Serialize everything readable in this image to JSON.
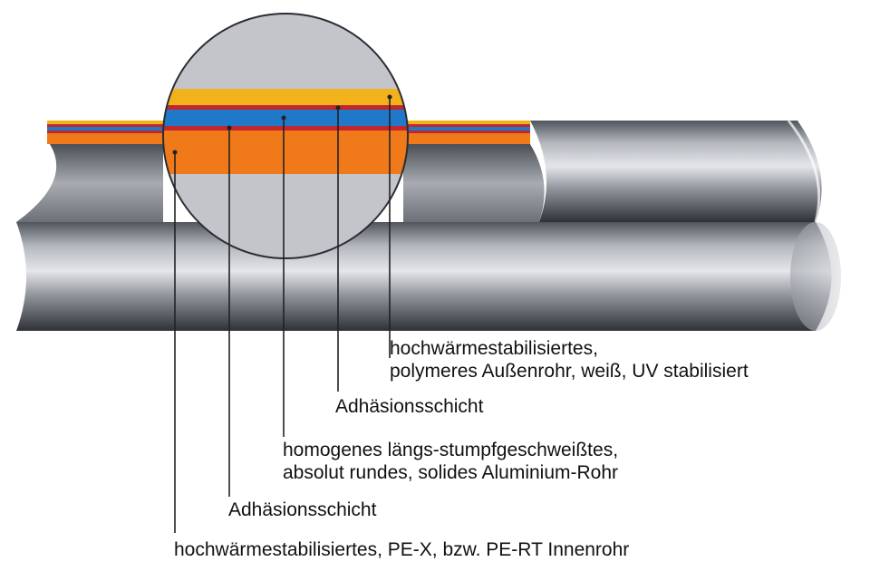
{
  "labels": {
    "outer_pipe": {
      "line1": "hochwärmestabilisiertes,",
      "line2": "polymeres Außenrohr, weiß, UV stabilisiert"
    },
    "adhesion_outer": {
      "line1": "Adhäsionsschicht"
    },
    "aluminium": {
      "line1": "homogenes längs-stumpfgeschweißtes,",
      "line2": "absolut rundes, solides Aluminium-Rohr"
    },
    "adhesion_inner": {
      "line1": "Adhäsionsschicht"
    },
    "inner_pipe": {
      "line1": "hochwärmestabilisiertes, PE-X, bzw. PE-RT Innenrohr"
    }
  },
  "colors": {
    "outer_layer": "#f2b21c",
    "adhesion": "#c4272b",
    "aluminium": "#1f78c8",
    "inner_layer": "#f07a1a",
    "pipe_gray": "#7c8088",
    "magnifier_gray": "#c3c5ca"
  }
}
